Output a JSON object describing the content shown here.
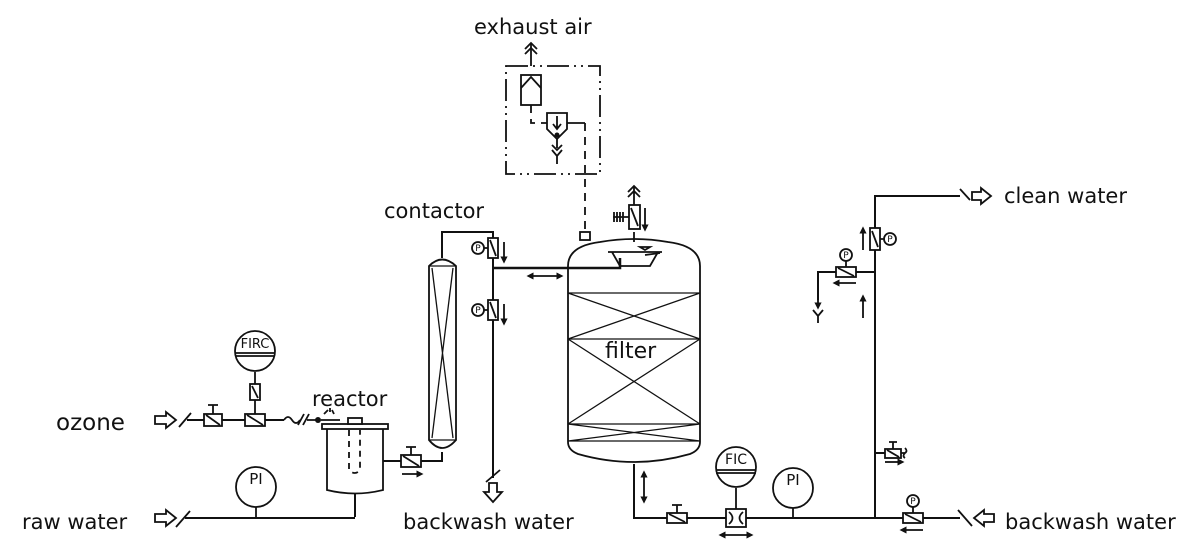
{
  "diagram": {
    "type": "process-flow-diagram",
    "labels": {
      "exhaust_air": "exhaust air",
      "contactor": "contactor",
      "reactor": "reactor",
      "filter": "filter",
      "ozone": "ozone",
      "raw_water": "raw water",
      "backwash_water_out": "backwash water",
      "clean_water": "clean water",
      "backwash_water_in": "backwash water"
    },
    "instruments": {
      "firc": "FIRC",
      "pi_raw": "PI",
      "fic": "FIC",
      "pi_outlet": "PI",
      "pressure_marker": "P"
    },
    "colors": {
      "line": "#111111",
      "background": "#ffffff"
    }
  }
}
